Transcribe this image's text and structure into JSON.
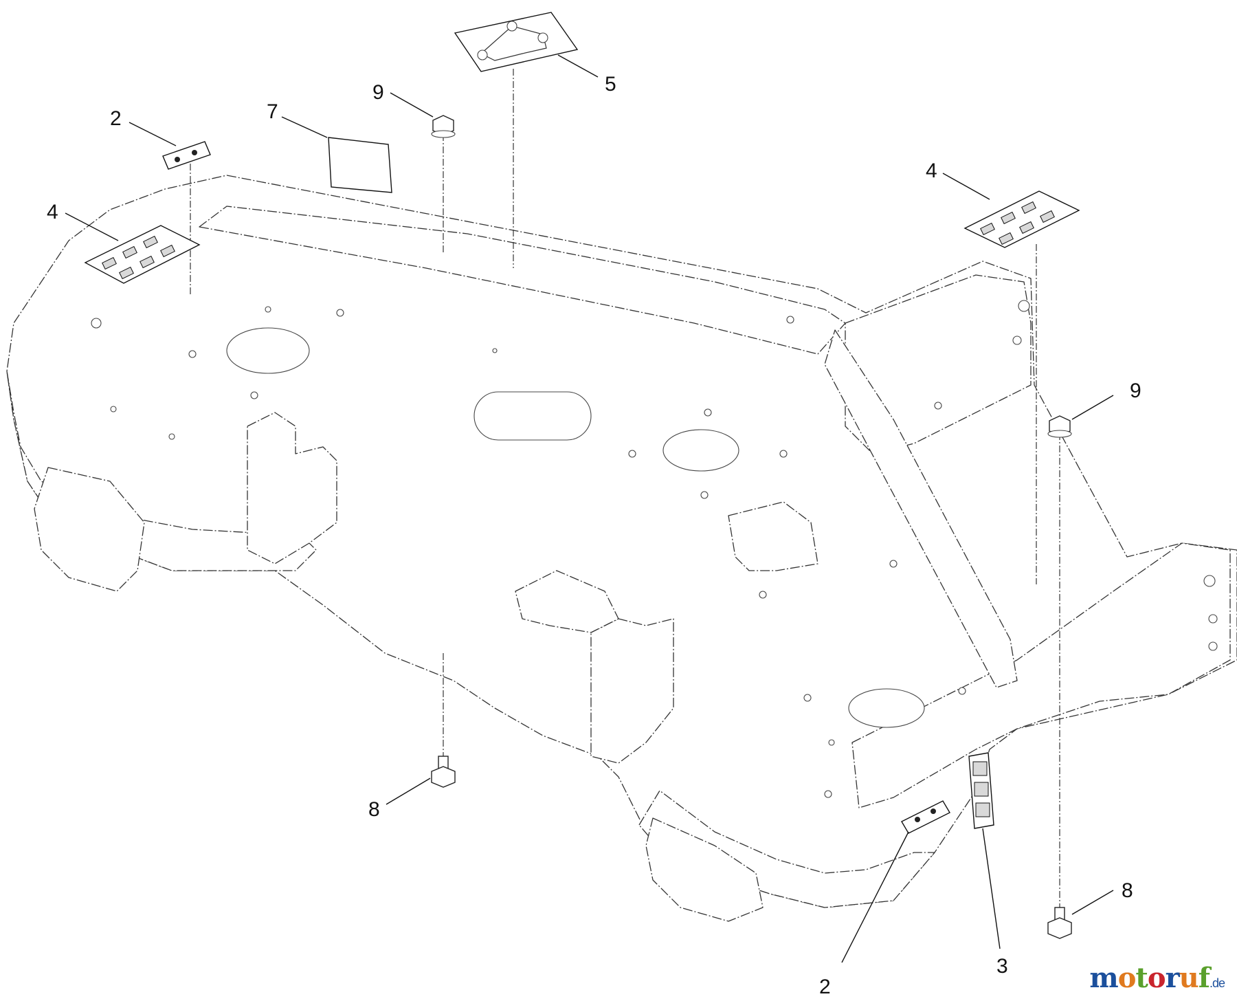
{
  "diagram": {
    "callouts": [
      "2",
      "7",
      "9",
      "5",
      "4",
      "4",
      "9",
      "8",
      "2",
      "3",
      "8"
    ]
  },
  "watermark": {
    "letters": [
      "m",
      "o",
      "t",
      "o",
      "r",
      "u",
      "f"
    ],
    "suffix": ".de",
    "colors": [
      "#1b4f9c",
      "#e07a1f",
      "#5aa02c",
      "#c9252d",
      "#1b4f9c",
      "#e07a1f",
      "#5aa02c"
    ]
  }
}
